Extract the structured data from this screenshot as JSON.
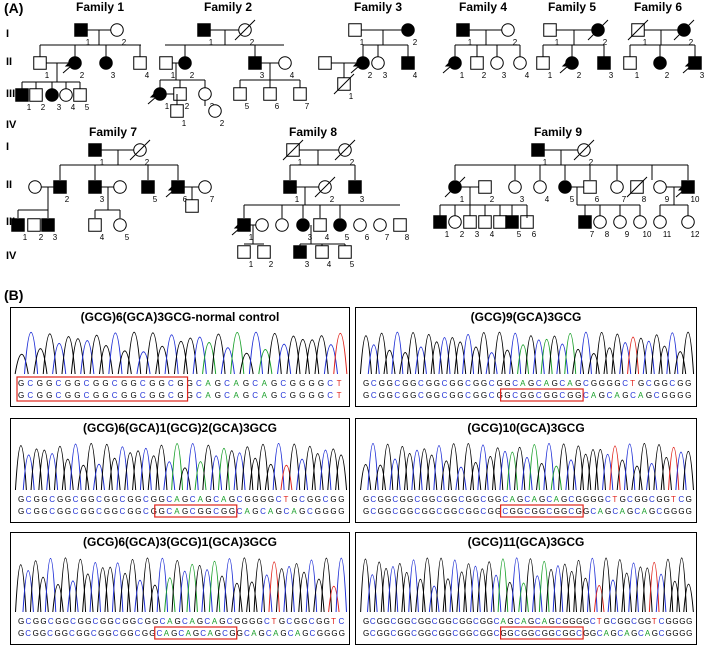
{
  "panel_a_label": "(A)",
  "panel_b_label": "(B)",
  "generation_labels": [
    "I",
    "II",
    "III",
    "IV"
  ],
  "families_row1": [
    {
      "name": "Family 1"
    },
    {
      "name": "Family 2"
    },
    {
      "name": "Family 3"
    },
    {
      "name": "Family 4"
    },
    {
      "name": "Family 5"
    },
    {
      "name": "Family 6"
    }
  ],
  "families_row2": [
    {
      "name": "Family 7"
    },
    {
      "name": "Family 8"
    },
    {
      "name": "Family 9"
    }
  ],
  "chromatograms": [
    {
      "title": "(GCG)6(GCA)3GCG-normal control",
      "seq1": "GCGGCGGCGGCGGCGGCGGCAGCAGCAGCGGGGCT",
      "seq2": "GCGGCGGCGGCGGCGGCGGCAGCAGCAGCGGGGCT"
    },
    {
      "title": "(GCG)9(GCA)3GCG",
      "seq1": "GCGGCGGCGGCGGCGGCGGCAGCAGCAGCGGGGCTGCGGCGG",
      "seq2": "GCGGCGGCGGCGGCGGCGGCGGCGGCGGCAGCAGCAGCGGGG"
    },
    {
      "title": "(GCG)6(GCA)1(GCG)2(GCA)3GCG",
      "seq1": "GCGGCGGCGGCGGCGGCGGCAGCAGCAGCGGGGCTGCGGCGG",
      "seq2": "GCGGCGGCGGCGGCGGCGGCAGCGGCGGCAGCAGCAGCGGGG"
    },
    {
      "title": "(GCG)10(GCA)3GCG",
      "seq1": "GCGGCGGCGGCGGCGGCGGCAGCAGCAGCGGGGCTGCGGCGGTCG",
      "seq2": "GCGGCGGCGGCGGCGGCGGCGGCGGCGGCGGCAGCAGCAGCGGGG"
    },
    {
      "title": "(GCG)6(GCA)3(GCG)1(GCA)3GCG",
      "seq1": "GCGGCGGCGGCGGCGGCGGCAGCAGCAGCGGGGCTGCGGCGGTC",
      "seq2": "GCGGCGGCGGCGGCGGCGGCAGCAGCAGCGGCAGCAGCAGCGGGG"
    },
    {
      "title": "(GCG)11(GCA)3GCG",
      "seq1": "GCGGCGGCGGCGGCGGCGGCAGCAGCAGCGGGGCTGCGGCGGTCGGGG",
      "seq2": "GCGGCGGCGGCGGCGGCGGCGGCGGCGGCGGCGGCAGCAGCAGCGGGG"
    }
  ],
  "colors": {
    "G": "#000000",
    "C": "#1f2fd6",
    "A": "#1aa02a",
    "T": "#e0241c",
    "box": "#e0241c"
  }
}
